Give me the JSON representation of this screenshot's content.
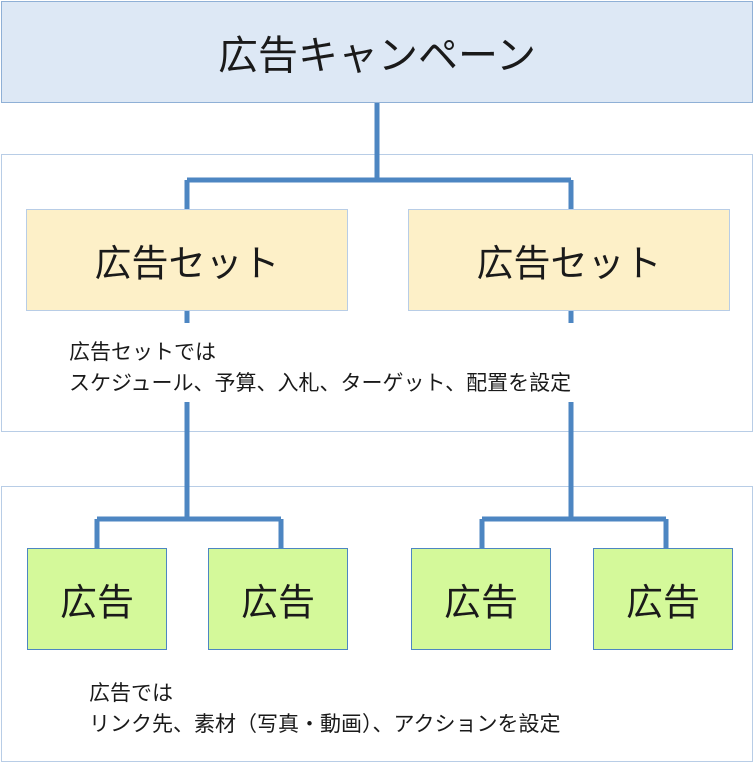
{
  "campaign": {
    "label": "広告キャンペーン"
  },
  "adsets": [
    {
      "label": "広告セット"
    },
    {
      "label": "広告セット"
    }
  ],
  "adset_note": {
    "line1": "広告セットでは",
    "line2": "スケジュール、予算、入札、ターゲット、配置を設定"
  },
  "ads": [
    {
      "label": "広告"
    },
    {
      "label": "広告"
    },
    {
      "label": "広告"
    },
    {
      "label": "広告"
    }
  ],
  "ad_note": {
    "line1": "広告では",
    "line2": "リンク先、素材（写真・動画）、アクションを設定"
  },
  "colors": {
    "campaign_fill": "#dde8f5",
    "adset_fill": "#fdf0c8",
    "ad_fill": "#d4f99a",
    "connector": "#4d86c2"
  }
}
